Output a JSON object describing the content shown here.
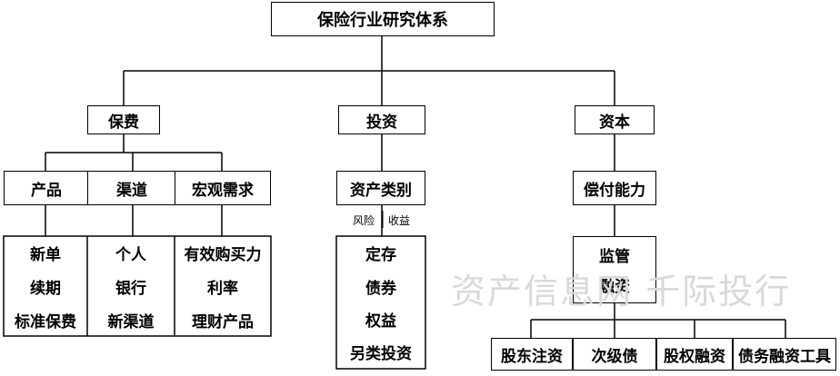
{
  "root": "保险行业研究体系",
  "branches": {
    "premium": {
      "label": "保费",
      "groups": [
        "产品",
        "渠道",
        "宏观需求"
      ],
      "table": [
        [
          "新单",
          "个人",
          "有效购买力"
        ],
        [
          "续期",
          "银行",
          "利率"
        ],
        [
          "标准保费",
          "新渠道",
          "理财产品"
        ]
      ]
    },
    "investment": {
      "label": "投资",
      "category": "资产类别",
      "risk_label": "风险",
      "return_label": "收益",
      "assets": [
        "定存",
        "债券",
        "权益",
        "另类投资"
      ]
    },
    "capital": {
      "label": "资本",
      "solvency": "偿付能力",
      "regulation": "监管",
      "financing": "融资",
      "tools": [
        "股东注资",
        "次级债",
        "股权融资",
        "债务融资工具"
      ]
    }
  },
  "watermark": "资产信息网 千际投行"
}
